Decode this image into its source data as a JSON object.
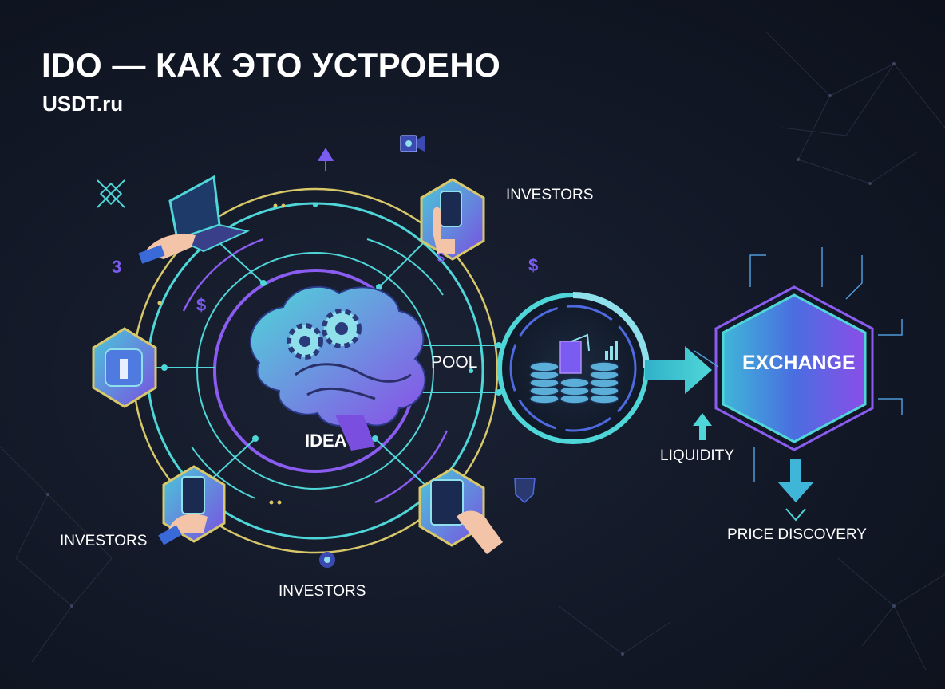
{
  "header": {
    "title": "IDO — КАК ЭТО УСТРОЕНО",
    "subtitle": "USDT.ru"
  },
  "labels": {
    "idea": "IDEA",
    "pool": "POOL",
    "investors_top": "INVESTORS",
    "investors_left": "INVESTORS",
    "investors_bottom": "INVESTORS",
    "exchange": "EXCHANGE",
    "liquidity": "LIQUIDITY",
    "price_discovery": "PRICE DISCOVERY"
  },
  "decor": {
    "symbols": [
      "$",
      "$",
      "$",
      "3"
    ]
  },
  "icons": {
    "brain": "brain-gears-icon",
    "laptop": "laptop-hand-icon",
    "phone_top": "phone-hand-icon",
    "badge_left": "app-badge-icon",
    "phone_left": "phone-hand-icon",
    "tablet_bottom": "tablet-hand-icon",
    "pool": "coin-stacks-icon",
    "camera": "camera-icon",
    "warning": "warning-icon",
    "shield": "shield-icon"
  },
  "colors": {
    "cyan": "#4fd6d8",
    "purple": "#8a5cf0",
    "yellow": "#d8c86a",
    "background": "#121826"
  }
}
